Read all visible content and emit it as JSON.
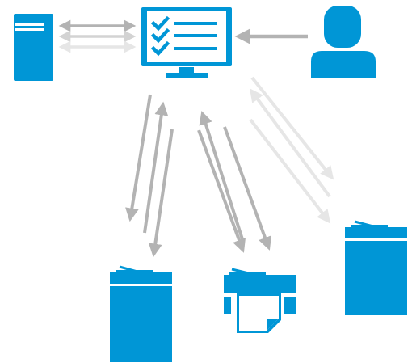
{
  "diagram": {
    "nodes": [
      {
        "id": "server",
        "icon": "server-tower-icon",
        "role": "server"
      },
      {
        "id": "monitor",
        "icon": "monitor-checklist-icon",
        "role": "management-console"
      },
      {
        "id": "user",
        "icon": "user-icon",
        "role": "administrator"
      },
      {
        "id": "mfp-left",
        "icon": "multifunction-printer-icon",
        "role": "device"
      },
      {
        "id": "printer-middle",
        "icon": "printer-paper-icon",
        "role": "device"
      },
      {
        "id": "mfp-right",
        "icon": "multifunction-printer-icon",
        "role": "device"
      }
    ],
    "connections": [
      {
        "from": "monitor",
        "to": "server",
        "style": "bidirectional",
        "shade": "gray"
      },
      {
        "from": "user",
        "to": "monitor",
        "style": "one-way",
        "shade": "gray"
      },
      {
        "from": "monitor",
        "to": "mfp-left",
        "style": "bidirectional",
        "shade": "gray"
      },
      {
        "from": "monitor",
        "to": "printer-middle",
        "style": "bidirectional",
        "shade": "gray"
      },
      {
        "from": "monitor",
        "to": "mfp-right",
        "style": "bidirectional",
        "shade": "faded"
      }
    ]
  },
  "colors": {
    "icon_blue": "#0096D6",
    "icon_dark_blue": "#0a6fa3",
    "arrow_gray": "#b3b3b3",
    "arrow_light": "#d3d3d3",
    "arrow_faded": "#e6e6e6",
    "white": "#ffffff"
  }
}
